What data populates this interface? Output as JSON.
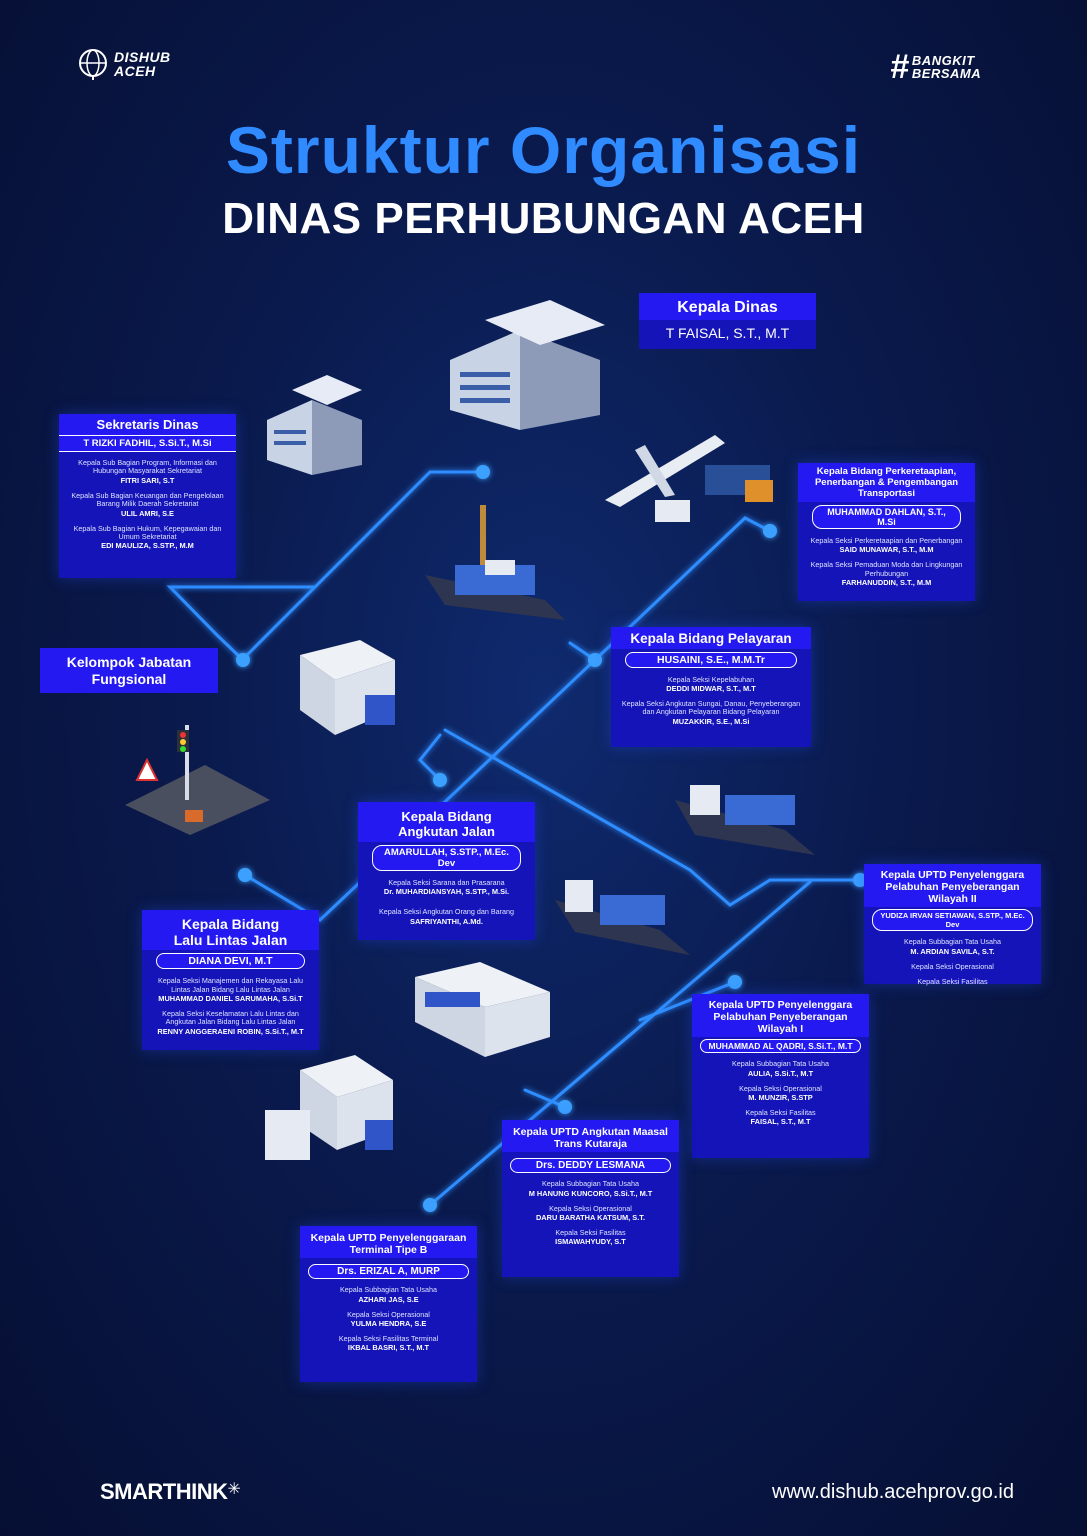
{
  "header": {
    "logo_left_line1": "DISHUB",
    "logo_left_line2": "ACEH",
    "logo_right_line1": "BANGKIT",
    "logo_right_line2": "BERSAMA",
    "title": "Struktur Organisasi",
    "subtitle": "DINAS PERHUBUNGAN ACEH"
  },
  "kepala_dinas": {
    "title": "Kepala Dinas",
    "name": "T FAISAL, S.T., M.T"
  },
  "sekretaris": {
    "title": "Sekretaris Dinas",
    "name": "T RIZKI FADHIL, S.Si.T., M.Si",
    "members": [
      {
        "role": "Kepala Sub Bagian Program, Informasi dan Hubungan Masyarakat Sekretariat",
        "name": "FITRI SARI, S.T"
      },
      {
        "role": "Kepala Sub Bagian Keuangan dan Pengelolaan Barang Milik Daerah Sekretariat",
        "name": "ULIL AMRI, S.E"
      },
      {
        "role": "Kepala Sub Bagian Hukum, Kepegawaian dan Umum Sekretariat",
        "name": "EDI MAULIZA, S.STP., M.M"
      }
    ]
  },
  "perkeretaapian": {
    "title": "Kepala Bidang Perkeretaapian, Penerbangan & Pengembangan Transportasi",
    "name": "MUHAMMAD DAHLAN, S.T., M.Si",
    "members": [
      {
        "role": "Kepala Seksi Perkeretaapian dan Penerbangan",
        "name": "SAID MUNAWAR, S.T., M.M"
      },
      {
        "role": "Kepala Seksi Pemaduan Moda dan Lingkungan Perhubungan",
        "name": "FARHANUDDIN, S.T., M.M"
      }
    ]
  },
  "fungsional": {
    "title": "Kelompok Jabatan Fungsional"
  },
  "pelayaran": {
    "title": "Kepala Bidang Pelayaran",
    "name": "HUSAINI, S.E., M.M.Tr",
    "members": [
      {
        "role": "Kepala Seksi Kepelabuhan",
        "name": "DEDDI MIDWAR, S.T., M.T"
      },
      {
        "role": "Kepala Seksi Angkutan Sungai, Danau, Penyeberangan dan Angkutan Pelayaran Bidang Pelayaran",
        "name": "MUZAKKIR, S.E., M.Si"
      }
    ]
  },
  "angkutan_jalan": {
    "title": "Kepala Bidang Angkutan Jalan",
    "name": "AMARULLAH, S.STP., M.Ec. Dev",
    "members": [
      {
        "role": "Kepala Seksi Sarana dan Prasarana",
        "name": "Dr. MUHARDIANSYAH, S.STP., M.Si."
      },
      {
        "role": "Kepala Seksi Angkutan Orang dan Barang",
        "name": "SAFRIYANTHI, A.Md."
      }
    ]
  },
  "lalu_lintas": {
    "title": "Kepala Bidang Lalu Lintas Jalan",
    "name": "DIANA DEVI, M.T",
    "members": [
      {
        "role": "Kepala Seksi Manajemen dan Rekayasa Lalu Lintas Jalan Bidang Lalu Lintas Jalan",
        "name": "MUHAMMAD DANIEL SARUMAHA, S.Si.T"
      },
      {
        "role": "Kepala Seksi Keselamatan Lalu Lintas dan Angkutan Jalan Bidang Lalu Lintas Jalan",
        "name": "RENNY ANGGERAENI ROBIN, S.Si.T., M.T"
      }
    ]
  },
  "uptd_wil2": {
    "title": "Kepala UPTD Penyelenggara Pelabuhan Penyeberangan Wilayah II",
    "name": "YUDIZA IRVAN SETIAWAN, S.STP., M.Ec. Dev",
    "members": [
      {
        "role": "Kepala Subbagian Tata Usaha",
        "name": "M. ARDIAN SAVILA, S.T."
      },
      {
        "role": "Kepala Seksi Operasional",
        "name": ""
      },
      {
        "role": "Kepala Seksi Fasilitas",
        "name": ""
      }
    ]
  },
  "uptd_wil1": {
    "title": "Kepala UPTD Penyelenggara Pelabuhan Penyeberangan Wilayah I",
    "name": "MUHAMMAD AL QADRI, S.Si.T., M.T",
    "members": [
      {
        "role": "Kepala Subbagian Tata Usaha",
        "name": "AULIA, S.Si.T., M.T"
      },
      {
        "role": "Kepala Seksi Operasional",
        "name": "M. MUNZIR, S.STP"
      },
      {
        "role": "Kepala Seksi Fasilitas",
        "name": "FAISAL, S.T., M.T"
      }
    ]
  },
  "uptd_trans": {
    "title": "Kepala  UPTD Angkutan Maasal Trans Kutaraja",
    "name": "Drs. DEDDY LESMANA",
    "members": [
      {
        "role": "Kepala Subbagian Tata Usaha",
        "name": "M HANUNG KUNCORO, S.Si.T., M.T"
      },
      {
        "role": "Kepala Seksi Operasional",
        "name": "DARU BARATHA KATSUM, S.T."
      },
      {
        "role": "Kepala Seksi Fasilitas",
        "name": "ISMAWAHYUDY, S.T"
      }
    ]
  },
  "uptd_terminal": {
    "title": "Kepala  UPTD Penyelenggaraan Terminal Tipe B",
    "name": "Drs. ERIZAL A, MURP",
    "members": [
      {
        "role": "Kepala Subbagian Tata Usaha",
        "name": "AZHARI JAS, S.E"
      },
      {
        "role": "Kepala Seksi Operasional",
        "name": "YULMA HENDRA, S.E"
      },
      {
        "role": "Kepala Seksi Fasilitas Terminal",
        "name": "IKBAL BASRI, S.T., M.T"
      }
    ]
  },
  "footer": {
    "brand": "SMARTHINK",
    "url": "www.dishub.acehprov.go.id"
  },
  "colors": {
    "box": "#1414b8",
    "header": "#2419f0",
    "wire": "#2e8dff",
    "title_blue": "#2f8bff"
  }
}
